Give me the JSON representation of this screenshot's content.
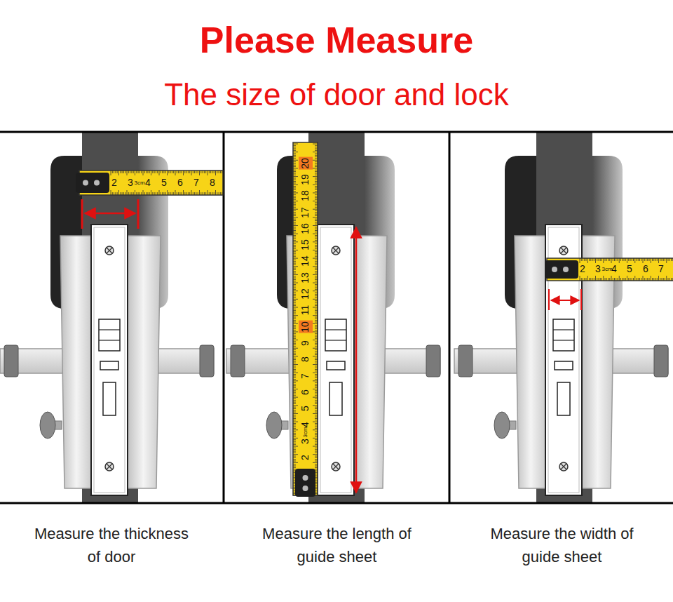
{
  "diagram": {
    "title": "Please Measure",
    "nodes": [
      {
        "text": [
          "Measure the thickness of door"
        ]
      },
      {
        "text": [
          "Measure the length of guide sheet"
        ]
      },
      {
        "text": [
          "Measure the width of guide sheet"
        ]
      }
    ],
    "labels": [
      "The size of door and lock",
      "2",
      "3",
      "3cm",
      "4",
      "5",
      "6",
      "7",
      "8",
      "2",
      "3",
      "3cm",
      "4",
      "5",
      "6",
      "7",
      "8",
      "9",
      "10",
      "11",
      "12",
      "13",
      "14",
      "15",
      "16",
      "17",
      "18",
      "19",
      "20",
      "2",
      "3",
      "3cm",
      "4",
      "5",
      "6",
      "7"
    ]
  }
}
